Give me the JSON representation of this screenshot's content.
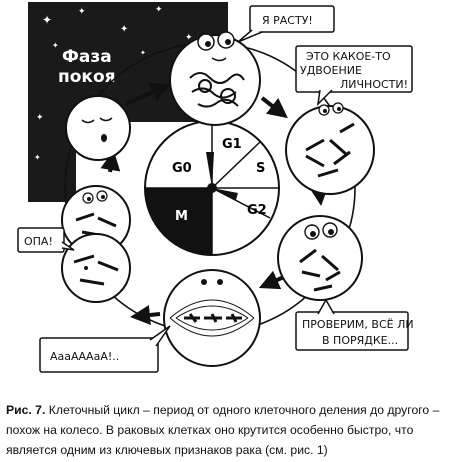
{
  "labels": {
    "rest_phase_line1": "Фаза",
    "rest_phase_line2": "покоя",
    "phase_g1": "G1",
    "phase_g0": "G0",
    "phase_s": "S",
    "phase_g2": "G2",
    "phase_m": "M"
  },
  "bubbles": {
    "growing": "Я РАСТУ!",
    "doubling_1": "ЭТО КАКОЕ-ТО",
    "doubling_2": "УДВОЕНИЕ",
    "doubling_3": "ЛИЧНОСТИ!",
    "check_1": "ПРОВЕРИМ, ВСЁ ЛИ",
    "check_2": "В ПОРЯДКЕ...",
    "aaa": "АааАААаА!..",
    "opa": "ОПА!"
  },
  "caption": {
    "title": "Рис. 7.",
    "text": "Клеточный цикл – период от одного клеточного деления до другого – похож на колесо. В раковых клетках оно крутится особенно быстро, что является одним из ключевых признаков рака (см. рис. 1)"
  },
  "colors": {
    "ink": "#111111",
    "night": "#1a1a1a",
    "paper": "#ffffff"
  }
}
